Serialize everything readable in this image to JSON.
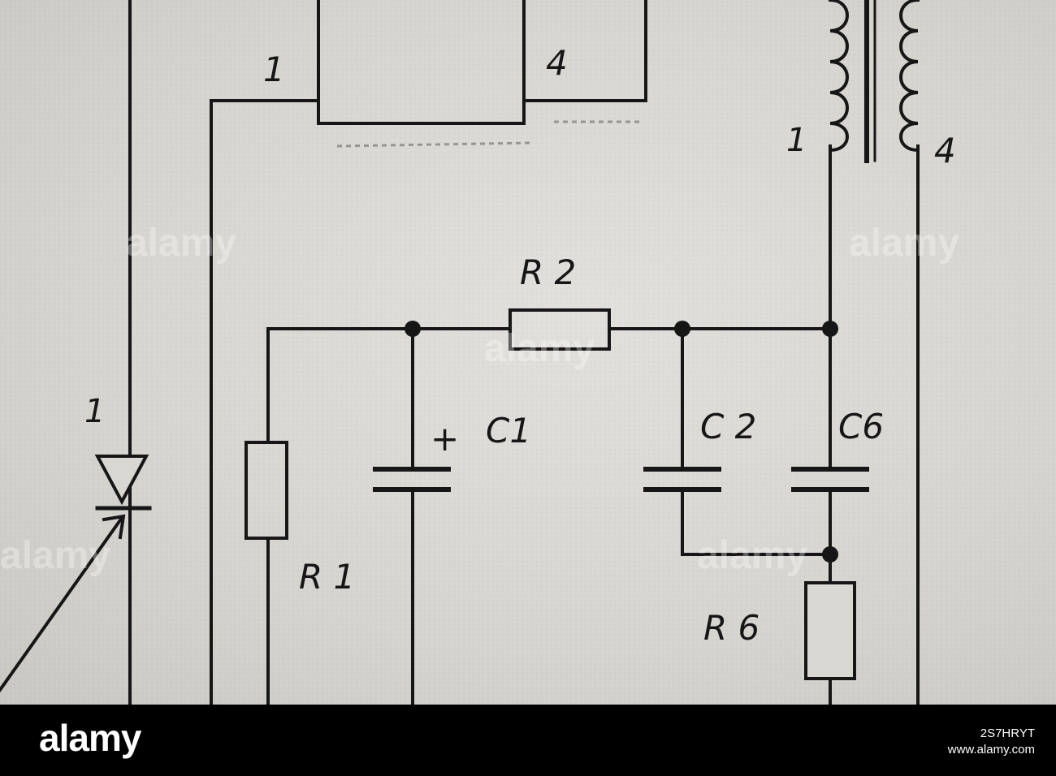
{
  "pins": {
    "relay_left": "1",
    "relay_right": "4",
    "transformer_left": "1",
    "transformer_right": "4",
    "thyristor": "1"
  },
  "components": {
    "r2": "R 2",
    "c1": "C1",
    "c1_polarity": "+",
    "c2": "C 2",
    "c6": "C6",
    "r1": "R 1",
    "r6": "R 6"
  },
  "watermark": {
    "text": "alamy"
  },
  "footer": {
    "brand": "alamy",
    "image_id": "2S7HRYT",
    "site": "www.alamy.com"
  },
  "colors": {
    "paper": "#d9d7d2",
    "ink": "#161616",
    "footer": "#000000"
  }
}
